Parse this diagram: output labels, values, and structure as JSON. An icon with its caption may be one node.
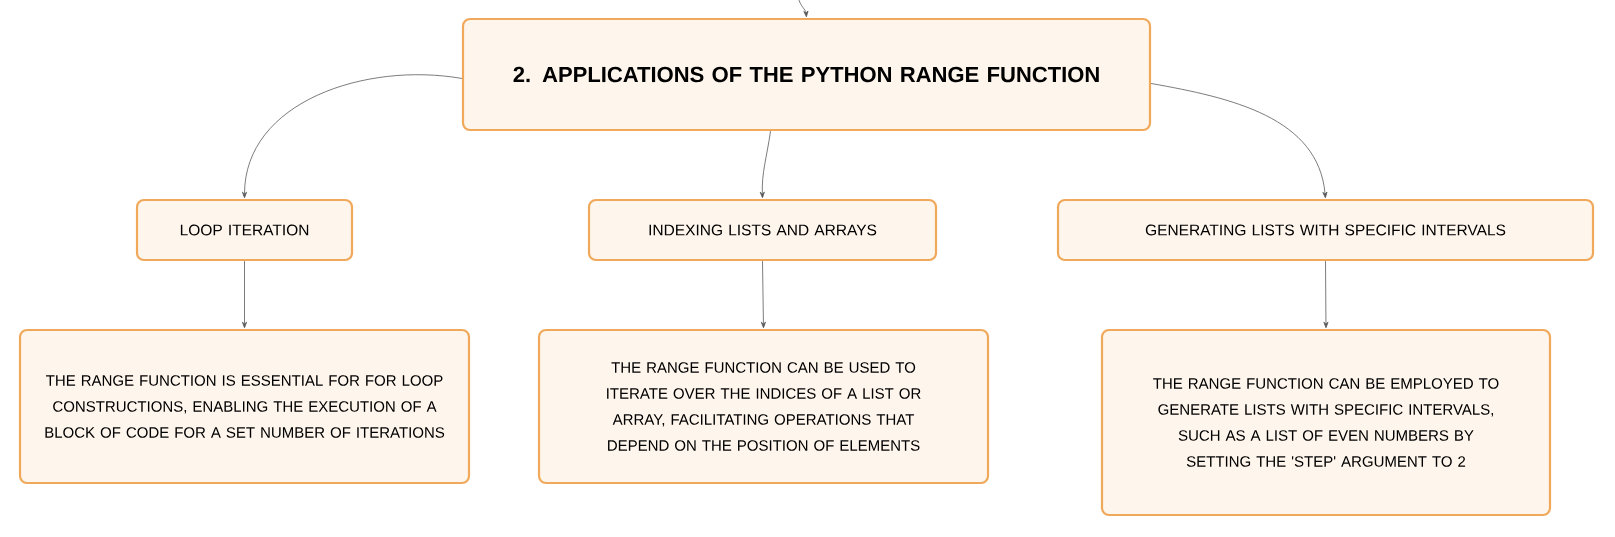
{
  "diagram": {
    "nodes": [
      {
        "text": [
          "2. APPLICATIONS OF THE PYTHON RANGE FUNCTION"
        ]
      },
      {
        "text": [
          "LOOP ITERATION"
        ]
      },
      {
        "text": [
          "INDEXING LISTS AND ARRAYS"
        ]
      },
      {
        "text": [
          "GENERATING LISTS WITH SPECIFIC INTERVALS"
        ]
      },
      {
        "text": [
          "THE RANGE FUNCTION IS ESSENTIAL FOR FOR LOOP CONSTRUCTIONS, ENABLING THE EXECUTION OF A BLOCK OF CODE FOR A SET NUMBER OF ITERATIONS"
        ]
      },
      {
        "text": [
          "THE RANGE FUNCTION CAN BE USED TO ITERATE OVER THE INDICES OF A LIST OR ARRAY, FACILITATING OPERATIONS THAT DEPEND ON THE POSITION OF ELEMENTS"
        ]
      },
      {
        "text": [
          "THE RANGE FUNCTION CAN BE EMPLOYED TO GENERATE LISTS WITH SPECIFIC INTERVALS, SUCH AS A LIST OF EVEN NUMBERS BY SETTING THE 'STEP' ARGUMENT TO 2"
        ]
      }
    ],
    "edges": [
      {
        "from": null,
        "to": 0,
        "arrow": "to"
      },
      {
        "from": 0,
        "to": 1,
        "arrow": "to"
      },
      {
        "from": 0,
        "to": 2,
        "arrow": "to"
      },
      {
        "from": 0,
        "to": 3,
        "arrow": "to"
      },
      {
        "from": 1,
        "to": 4,
        "arrow": "to"
      },
      {
        "from": 2,
        "to": 5,
        "arrow": "to"
      },
      {
        "from": 3,
        "to": 6,
        "arrow": "to"
      }
    ]
  }
}
